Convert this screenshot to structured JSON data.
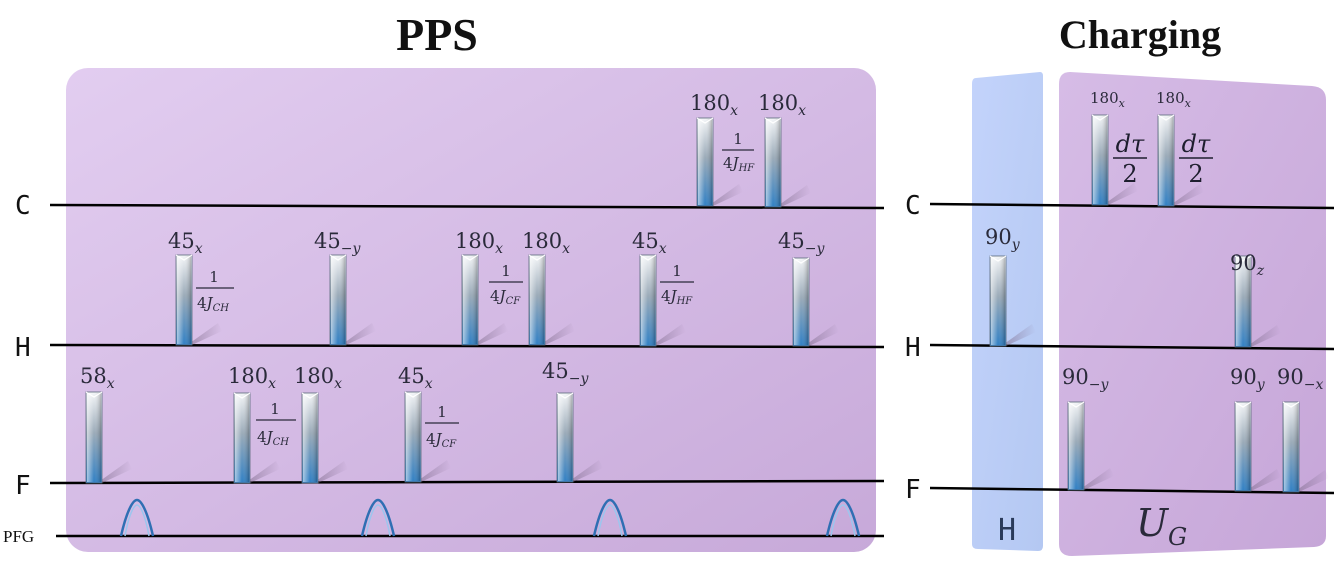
{
  "titles": {
    "pps": "PPS",
    "charging": "Charging"
  },
  "channels": [
    "C",
    "H",
    "F"
  ],
  "pfg_label": "PFG",
  "h_box_label": "H",
  "ug_label": {
    "main": "U",
    "sub": "G"
  },
  "pps_pulses": {
    "C": [
      {
        "angle": "180",
        "sub": "x"
      },
      {
        "angle": "180",
        "sub": "x"
      }
    ],
    "H": [
      {
        "angle": "45",
        "sub": "x"
      },
      {
        "angle": "45",
        "sub": "−y"
      },
      {
        "angle": "180",
        "sub": "x"
      },
      {
        "angle": "180",
        "sub": "x"
      },
      {
        "angle": "45",
        "sub": "x"
      },
      {
        "angle": "45",
        "sub": "−y"
      }
    ],
    "F": [
      {
        "angle": "58",
        "sub": "x"
      },
      {
        "angle": "180",
        "sub": "x"
      },
      {
        "angle": "180",
        "sub": "x"
      },
      {
        "angle": "45",
        "sub": "x"
      },
      {
        "angle": "45",
        "sub": "−y"
      }
    ]
  },
  "pps_delays": [
    {
      "num": "1",
      "J": "J",
      "sub": "HF",
      "pre": "4"
    },
    {
      "num": "1",
      "J": "J",
      "sub": "CH",
      "pre": "4"
    },
    {
      "num": "1",
      "J": "J",
      "sub": "CF",
      "pre": "4"
    },
    {
      "num": "1",
      "J": "J",
      "sub": "HF",
      "pre": "4"
    },
    {
      "num": "1",
      "J": "J",
      "sub": "CH",
      "pre": "4"
    },
    {
      "num": "1",
      "J": "J",
      "sub": "CF",
      "pre": "4"
    }
  ],
  "charging_pulses": {
    "C": [
      {
        "angle": "180",
        "sub": "x"
      },
      {
        "angle": "180",
        "sub": "x"
      }
    ],
    "H": [
      {
        "angle": "90",
        "sub": "y"
      },
      {
        "angle": "90",
        "sub": "z"
      }
    ],
    "F": [
      {
        "angle": "90",
        "sub": "−y"
      },
      {
        "angle": "90",
        "sub": "y"
      },
      {
        "angle": "90",
        "sub": "−x"
      }
    ]
  },
  "charging_delays": [
    {
      "num": "dτ",
      "den": "2"
    },
    {
      "num": "dτ",
      "den": "2"
    }
  ]
}
